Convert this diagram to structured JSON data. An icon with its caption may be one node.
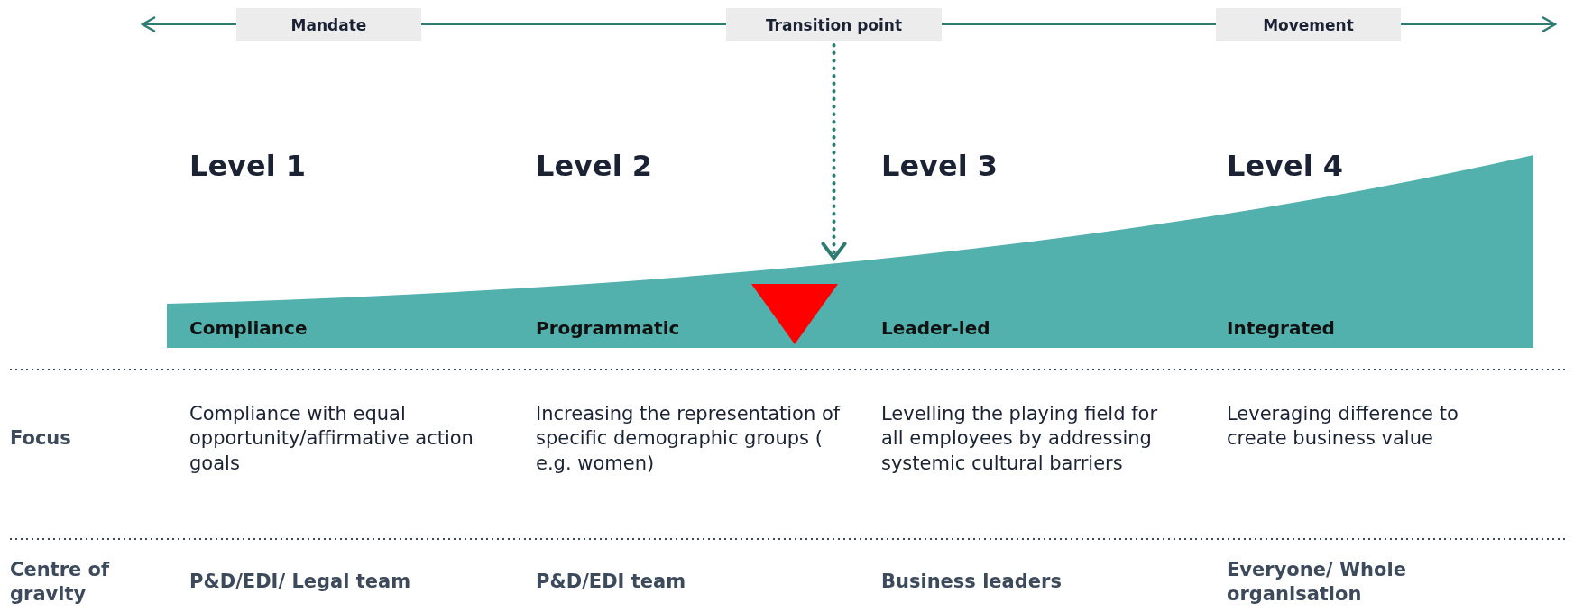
{
  "diagram": {
    "nodes": [
      {
        "text": [
          "Mandate"
        ]
      },
      {
        "text": [
          "Transition point"
        ]
      },
      {
        "text": [
          "Movement"
        ]
      },
      {
        "text": [
          "Compliance",
          "Programmatic",
          "Leader-led",
          "Integrated"
        ]
      },
      {
        "text": [],
        "shape": "triangle",
        "in": 3
      }
    ],
    "edges": [
      {
        "from": 1,
        "to": 3,
        "arrow": "to",
        "style": "dashed"
      }
    ],
    "labels": [
      "Level 1",
      "Level 2",
      "Level 3",
      "Level 4",
      "Focus",
      "Compliance with equal opportunity/affirmative action goals",
      "Increasing the representation of specific demographic groups ( e.g. women)",
      "Levelling the playing field for all employees by addressing systemic cultural barriers",
      "Leveraging difference to create business value",
      "Centre of gravity",
      "P&D/EDI/ Legal team",
      "P&D/EDI team",
      "Business leaders",
      "Everyone/ Whole organisation"
    ]
  }
}
